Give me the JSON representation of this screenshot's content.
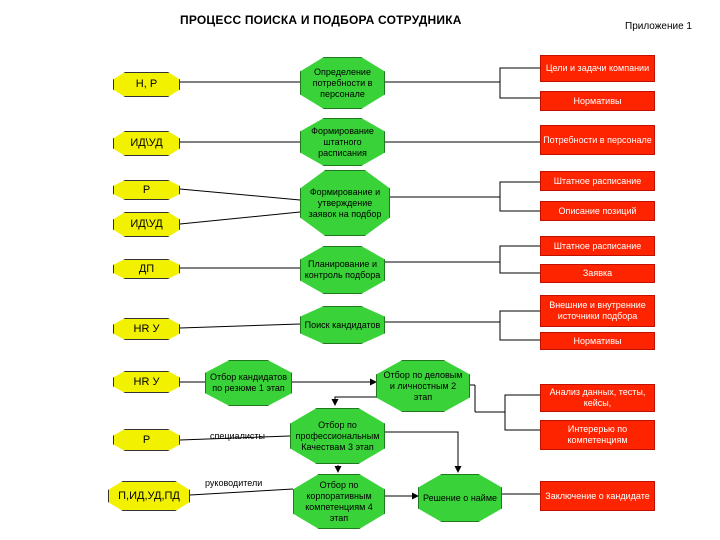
{
  "title": "ПРОЦЕСС ПОИСКА И ПОДБОРА СОТРУДНИКА",
  "appendix": "Приложение 1",
  "colors": {
    "process": "#39d239",
    "role": "#f2f200",
    "document": "#ff2400"
  },
  "roles": [
    "Н, Р",
    "ИД\\УД",
    "Р",
    "ИД\\УД",
    "ДП",
    "HR У",
    "HR У",
    "Р",
    "П,ИД,УД,ПД"
  ],
  "steps": [
    "Определение потребности в персонале",
    "Формирование штатного расписания",
    "Формирование и утверждение заявок на подбор",
    "Планирование и контроль подбора",
    "Поиск кандидатов",
    "Отбор кандидатов по резюме 1 этап",
    "Отбор по деловым и личностным 2 этап",
    "Отбор по профессиональным Качествам 3 этап",
    "Отбор по корпоративным компетенциям 4 этап",
    "Решение о найме"
  ],
  "documents": [
    "Цели и задачи компании",
    "Нормативы",
    "Потребности в персонале",
    "Штатное расписание",
    "Описание позиций",
    "Штатное расписание",
    "Заявка",
    "Внешние и внутренние источники подбора",
    "Нормативы",
    "Анализ данных, тесты, кейсы,",
    "Интерерью по компетенциям",
    "Заключение о кандидате"
  ],
  "labels": {
    "specialists": "специалисты",
    "managers": "руководители"
  }
}
